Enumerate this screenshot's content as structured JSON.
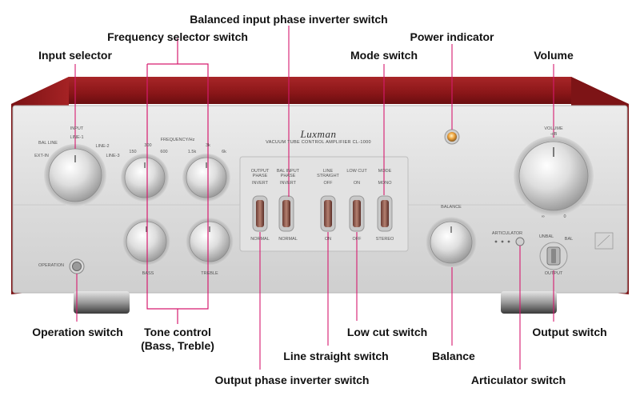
{
  "callouts": {
    "balanced_input_phase_inverter_switch": "Balanced input phase inverter switch",
    "frequency_selector_switch": "Frequency selector switch",
    "power_indicator": "Power indicator",
    "input_selector": "Input selector",
    "mode_switch": "Mode switch",
    "volume": "Volume",
    "operation_switch": "Operation switch",
    "tone_control_line1": "Tone control",
    "tone_control_line2": "(Bass, Treble)",
    "low_cut_switch": "Low cut switch",
    "output_switch": "Output switch",
    "line_straight_switch": "Line straight switch",
    "balance": "Balance",
    "output_phase_inverter_switch": "Output phase inverter switch",
    "articulator_switch": "Articulator switch"
  },
  "panel": {
    "brand": "Luxman",
    "model": "VACUUM TUBE CONTROL AMPLIFIER CL-1000",
    "input_label": "INPUT",
    "input_options": [
      "BAL LINE",
      "LINE-1",
      "LINE-2",
      "EXT-IN",
      "LINE-3"
    ],
    "frequency_label": "FREQUENCY/Hz",
    "bass_frequencies": [
      "150",
      "300",
      "600"
    ],
    "treble_frequencies": [
      "1.5k",
      "3k",
      "6k"
    ],
    "volume_label": "VOLUME",
    "volume_unit": "-dB",
    "volume_scale": [
      "∞",
      "0"
    ],
    "bass_label": "BASS",
    "treble_label": "TREBLE",
    "balance_label": "BALANCE",
    "operation_label": "OPERATION",
    "articulator_label": "ARTICULATOR",
    "output_label": "OUTPUT",
    "unbal_label": "UNBAL",
    "bal_label": "BAL",
    "output_phase_label": [
      "OUTPUT",
      "PHASE"
    ],
    "output_phase_top": "INVERT",
    "output_phase_bottom": "NORMAL",
    "bal_input_phase_label": [
      "BAL INPUT",
      "PHASE"
    ],
    "bal_input_phase_top": "INVERT",
    "bal_input_phase_bottom": "NORMAL",
    "line_straight_label": [
      "LINE",
      "STRAIGHT"
    ],
    "line_straight_top": "OFF",
    "line_straight_bottom": "ON",
    "low_cut_label": "LOW CUT",
    "low_cut_top": "ON",
    "low_cut_bottom": "OFF",
    "mode_label": "MODE",
    "mode_top": "MONO",
    "mode_bottom": "STEREO"
  },
  "colors": {
    "wood": "#8e1a1b",
    "wood_dark": "#5e0d0f",
    "panel": "#d9d9d9",
    "leader": "#d61a6f",
    "tone_bracket": "#d61a6f",
    "power_led": "#f0a640"
  }
}
